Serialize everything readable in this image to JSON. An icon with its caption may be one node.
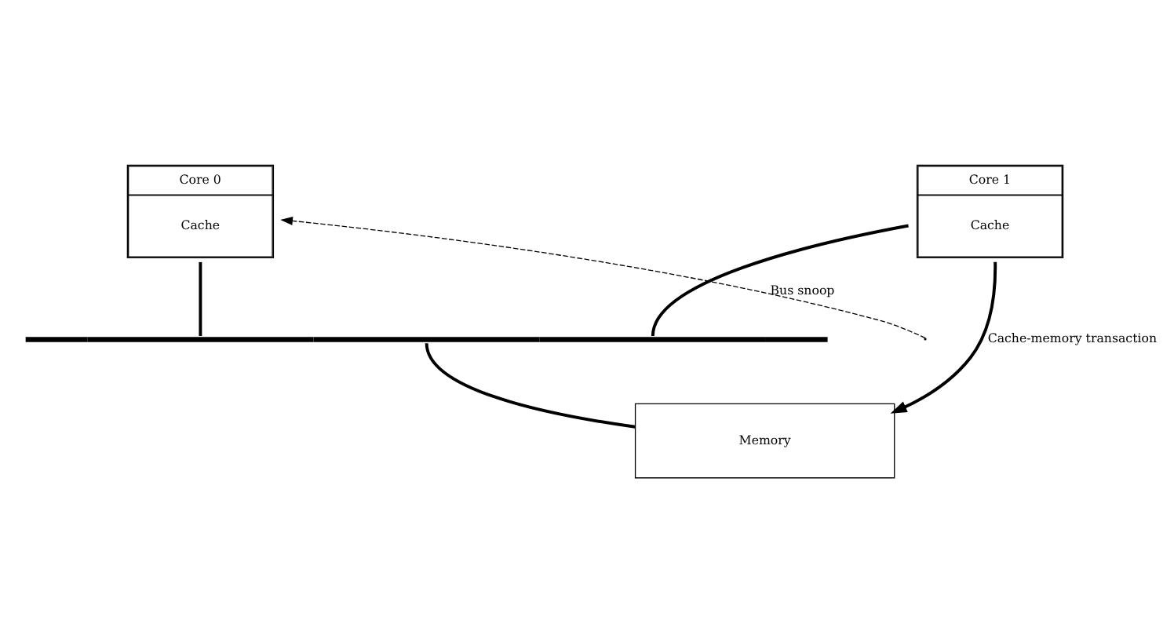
{
  "diagram": {
    "nodes": [
      {
        "text": [
          "Core 0",
          "Cache"
        ]
      },
      {
        "text": [
          "Core 1",
          "Cache"
        ]
      },
      {
        "text": [],
        "shape": "bar"
      },
      {
        "text": [
          "Memory"
        ]
      }
    ],
    "edges": [
      {
        "from": 0,
        "to": 2,
        "arrow": "none"
      },
      {
        "from": 1,
        "to": 2,
        "arrow": "none"
      },
      {
        "from": 2,
        "to": 3,
        "arrow": "none"
      },
      {
        "from": 1,
        "to": 3,
        "arrow": "to",
        "label": "Cache-memory transaction"
      },
      {
        "from": null,
        "to": 0,
        "arrow": "to",
        "style": "dashed",
        "label": "Bus snoop"
      }
    ]
  }
}
